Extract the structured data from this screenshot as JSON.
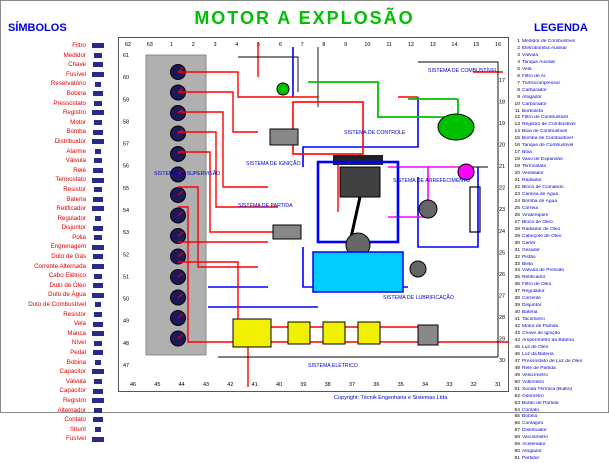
{
  "title": "MOTOR A EXPLOSÃO",
  "symbols_heading": "SÍMBOLOS",
  "legend_heading": "LEGENDA",
  "copyright": "Copyright: Técnik Engenharia e Sistemas Ltda",
  "symbols": [
    "Filtro",
    "Medidor",
    "Chave",
    "Fusível",
    "Reservatório",
    "Bobina",
    "Pressostato",
    "Registro",
    "Motor",
    "Bomba",
    "Distribuidor",
    "Alarme",
    "Válvula",
    "Relé",
    "Termostato",
    "Resistor",
    "Bateria",
    "Retificador",
    "Regulador",
    "Disjuntor",
    "Polia",
    "Engrenagem",
    "Duto de Gás",
    "Corrente Alternada",
    "Cabo Elétrico",
    "Duto de Óleo",
    "Duto de Água",
    "Duto de Combustível",
    "Resistor",
    "Vela",
    "Manca",
    "Nível",
    "Pedal",
    "Bobina",
    "Capacitor",
    "Válvula",
    "Capacitor",
    "Registro",
    "Alternador",
    "Contato",
    "Shunt",
    "Fusível"
  ],
  "legend": [
    "Medidor de Combustível",
    "Eletrobomba Auxiliar",
    "Válvula",
    "Tanque Auxiliar",
    "Vela",
    "Filtro de Ar",
    "Turbocompressor",
    "Carburador",
    "Afogador",
    "Carburador",
    "Borboleta",
    "Filtro de Combustível",
    "Registro de Combustível",
    "Bóia de Combustível",
    "Bomba de Combustível",
    "Tanque de Combustível",
    "Bóia",
    "Vaso de Expansão",
    "Termostato",
    "Ventilador",
    "Radiador",
    "Bloco de Comando",
    "Camisa de Água",
    "Bomba de Água",
    "Correia",
    "Virabrequim",
    "Bloco de Óleo",
    "Radiador de Óleo",
    "Cabeçote de Óleo",
    "Cárter",
    "Gerador",
    "Pistão",
    "Biela",
    "Válvula de Pressão",
    "Retificador",
    "Filtro de Óleo",
    "Regulador",
    "Corrente",
    "Disjuntor",
    "Bateria",
    "Tacômetro",
    "Motor de Partida",
    "Chave de Ignição",
    "Amperímetro da Bateria",
    "Luz de Óleo",
    "Luz da Bateria",
    "Pressostato de Luz de Óleo",
    "Relé de Partida",
    "Velocímetro",
    "Voltímetro",
    "Sonda Térmica (Bulbo)",
    "Odômetro",
    "Botão de Partida",
    "Contato",
    "Bobina",
    "Contagiro",
    "Distribuidor",
    "Vacuômetro",
    "Acelerador",
    "Afogador",
    "Partidor"
  ],
  "legend_start": 1,
  "systems": {
    "combustivel": "SISTEMA DE COMBUSTÍVEL",
    "controle": "SISTEMA DE CONTROLE",
    "ignicao": "SISTEMA DE IGNIÇÃO",
    "supervisao": "SISTEMA DE SUPERVISÃO",
    "arrefecimento": "SISTEMA DE ARREFECIMENTO",
    "partida": "SISTEMA DE PARTIDA",
    "lubrificacao": "SISTEMA DE LUBRIFICAÇÃO",
    "eletrico": "SISTEMA ELÉTRICO"
  },
  "colors": {
    "title": "#00c000",
    "heading": "#0000dd",
    "symbol_text": "#e00000",
    "legend_text": "#0000cc",
    "water": "#0000ff",
    "fuel": "#00c000",
    "oil": "#ff00ff",
    "electric": "#ff0000",
    "panel": "#b0b0b0",
    "battery": "#f0f000",
    "tank": "#00ccff"
  },
  "numbers_top": [
    "62",
    "63",
    "1",
    "2",
    "3",
    "4",
    "5",
    "6",
    "7",
    "8",
    "9",
    "10",
    "11",
    "12",
    "13",
    "14",
    "15",
    "16"
  ],
  "numbers_bottom": [
    "46",
    "45",
    "44",
    "43",
    "42",
    "41",
    "40",
    "39",
    "38",
    "37",
    "36",
    "35",
    "34",
    "33",
    "32",
    "31"
  ],
  "numbers_left": [
    "61",
    "60",
    "59",
    "58",
    "57",
    "56",
    "55",
    "54",
    "53",
    "52",
    "51",
    "50",
    "49",
    "48",
    "47"
  ],
  "numbers_right": [
    "17",
    "18",
    "19",
    "20",
    "21",
    "22",
    "23",
    "24",
    "25",
    "26",
    "27",
    "28",
    "29",
    "30"
  ]
}
